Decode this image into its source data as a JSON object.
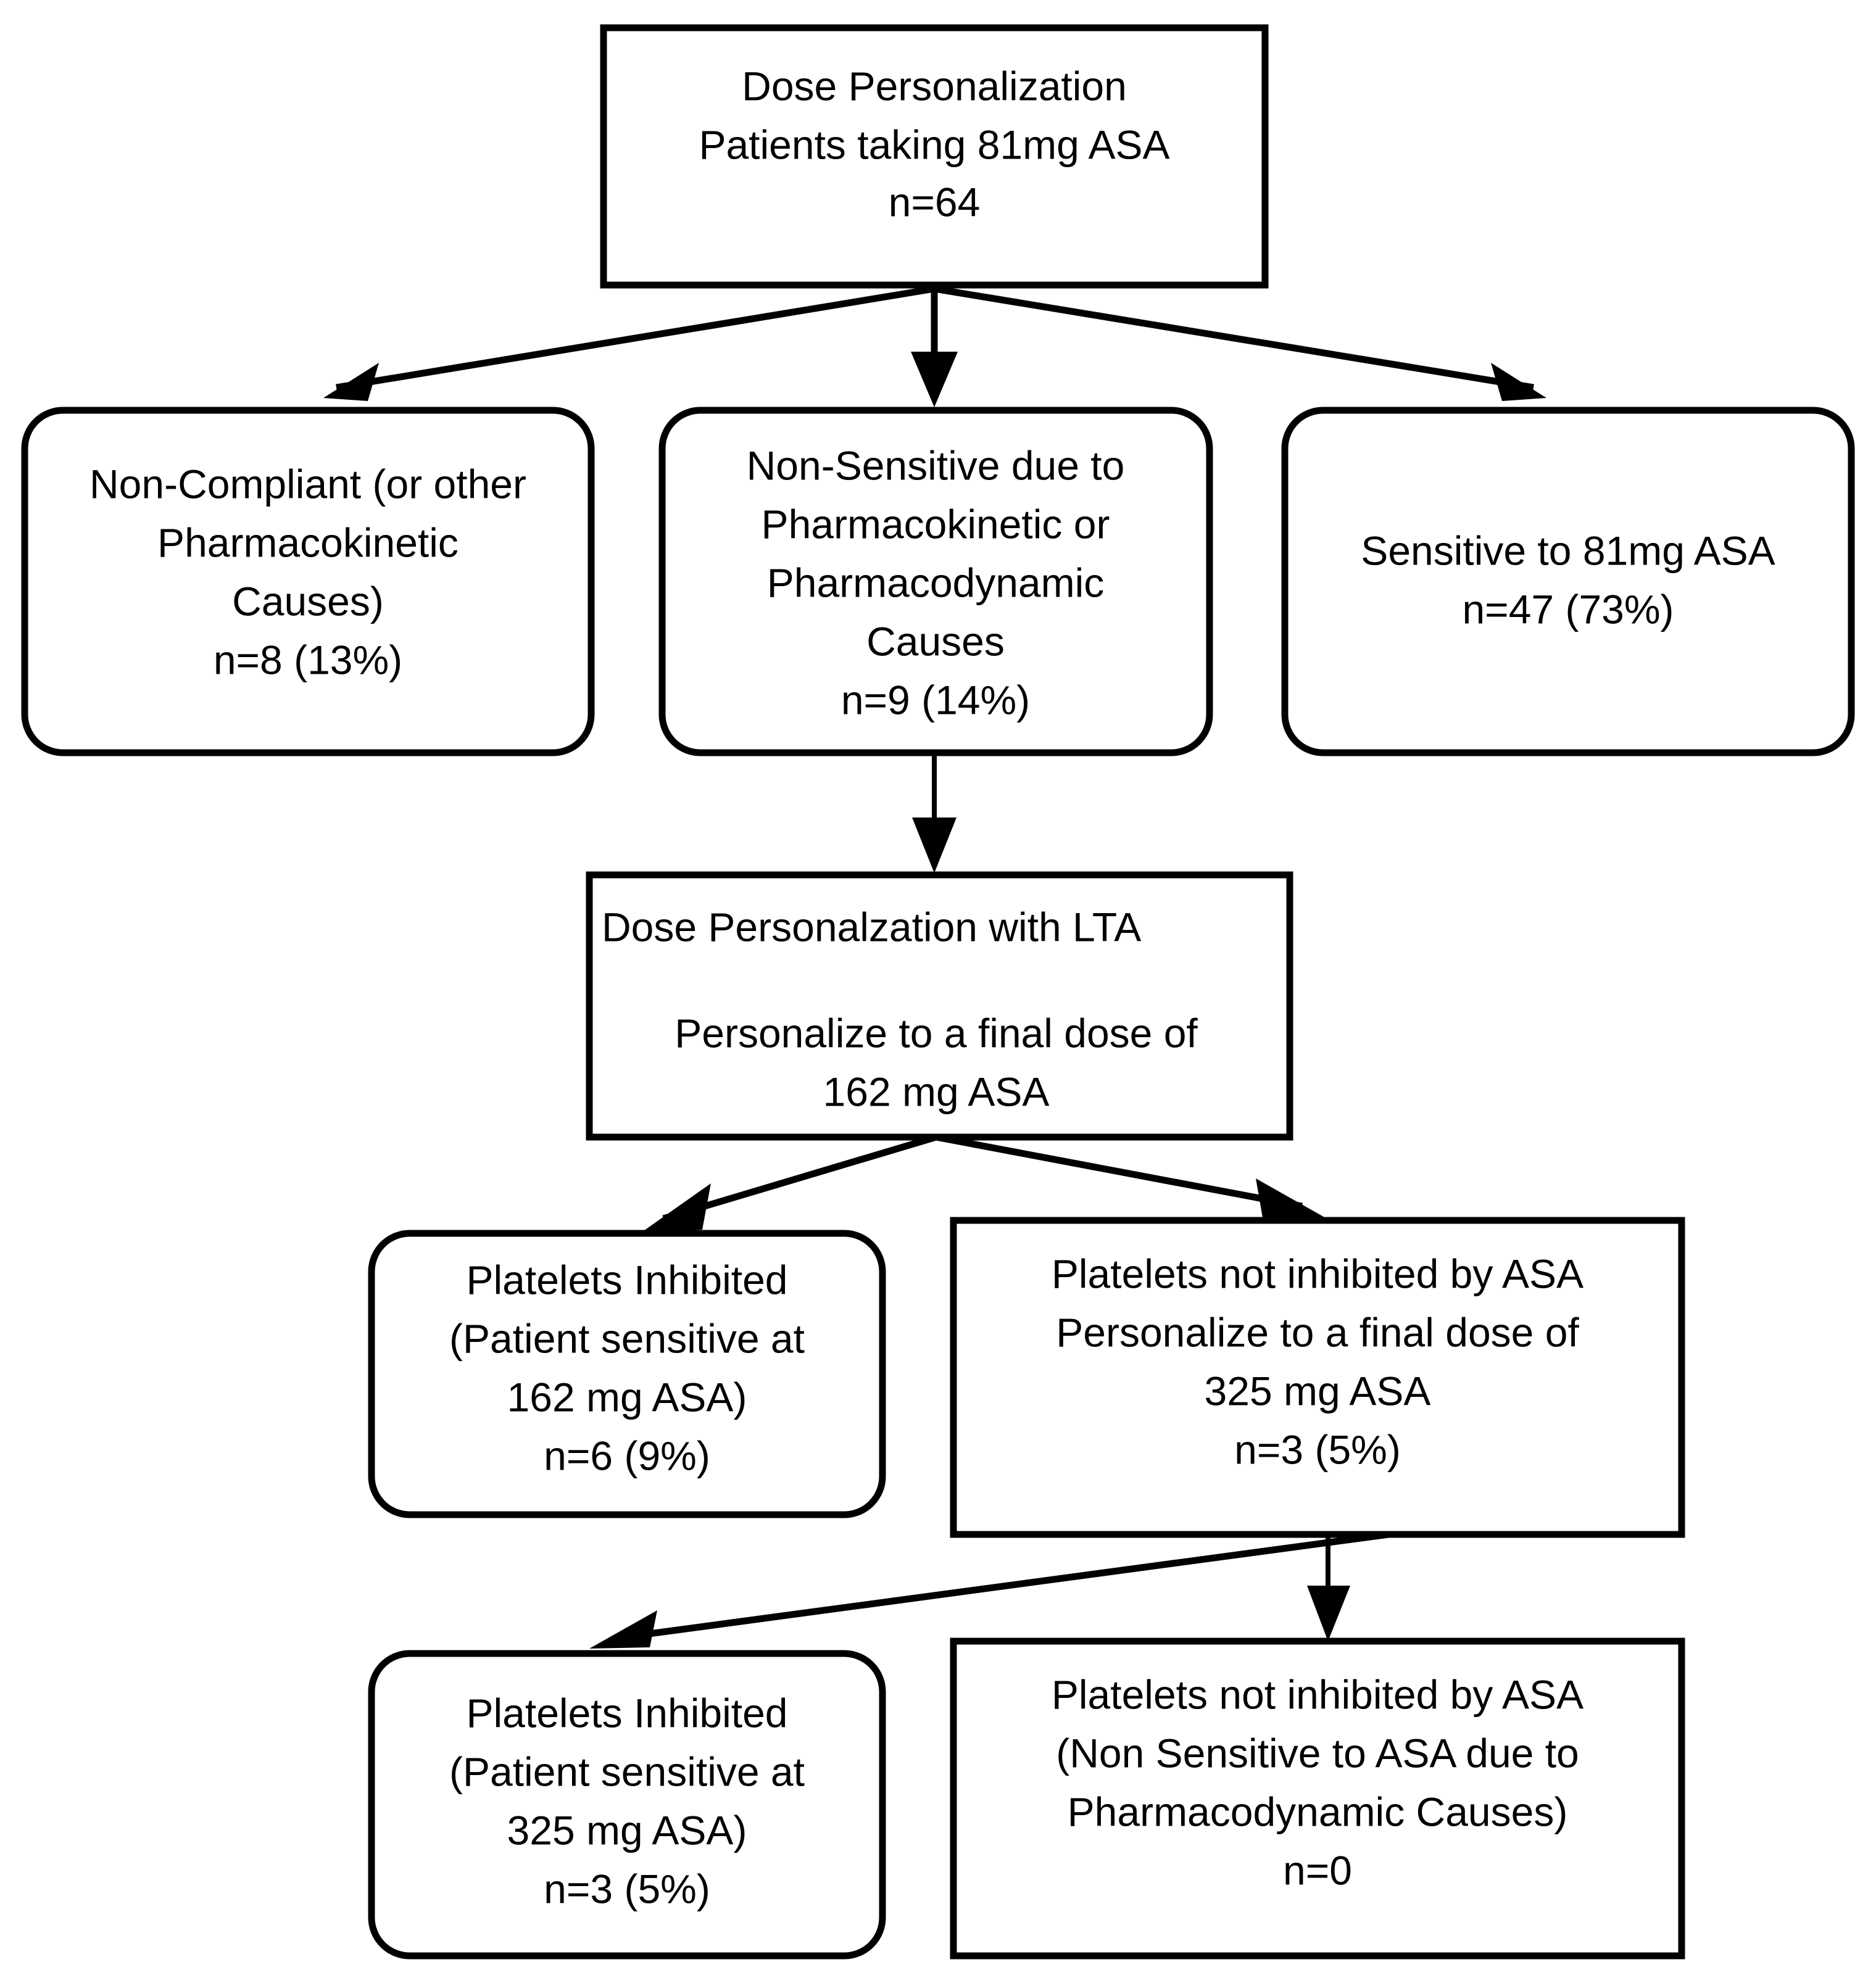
{
  "diagram": {
    "title": "Dose Personalization Flowchart",
    "type": "flowchart",
    "background_color": "#ffffff",
    "line_color": "#000000",
    "text_color": "#000000"
  },
  "nodes": {
    "root": {
      "id": "root",
      "shape": "rectangle",
      "lines": [
        "Dose Personalization",
        "Patients taking 81mg ASA",
        "n=64"
      ]
    },
    "non_compliant": {
      "id": "non-compliant",
      "shape": "rounded-rectangle",
      "lines": [
        "Non-Compliant (or other",
        "Pharmacokinetic",
        "Causes)",
        "n=8 (13%)"
      ]
    },
    "non_sensitive": {
      "id": "non-sensitive",
      "shape": "rounded-rectangle",
      "lines": [
        "Non-Sensitive due to",
        "Pharmacokinetic or",
        "Pharmacodynamic",
        "Causes",
        "n=9 (14%)"
      ]
    },
    "sensitive_81": {
      "id": "sensitive-81mg",
      "shape": "rounded-rectangle",
      "lines": [
        "Sensitive to 81mg ASA",
        "n=47 (73%)"
      ]
    },
    "lta": {
      "id": "dose-personalization-lta",
      "shape": "rectangle",
      "lines": [
        "Dose Personalzation with LTA",
        "",
        "Personalize to a final dose of",
        "162 mg ASA"
      ]
    },
    "inhibited_162": {
      "id": "platelets-inhibited-162",
      "shape": "rounded-rectangle",
      "lines": [
        "Platelets Inhibited",
        "(Patient sensitive at",
        "162 mg ASA)",
        "n=6 (9%)"
      ]
    },
    "not_inhibited_325": {
      "id": "platelets-not-inhibited-325",
      "shape": "rectangle",
      "lines": [
        "Platelets not inhibited by ASA",
        "Personalize to a final dose of",
        "325 mg ASA",
        "n=3 (5%)"
      ]
    },
    "inhibited_325": {
      "id": "platelets-inhibited-325",
      "shape": "rounded-rectangle",
      "lines": [
        "Platelets Inhibited",
        "(Patient sensitive at",
        "325 mg ASA)",
        "n=3 (5%)"
      ]
    },
    "not_inhibited_final": {
      "id": "platelets-not-inhibited-final",
      "shape": "rectangle",
      "lines": [
        "Platelets not inhibited by ASA",
        "(Non Sensitive to ASA due to",
        "Pharmacodynamic Causes)",
        "n=0"
      ]
    }
  },
  "edges": [
    {
      "from": "root",
      "to": "non_compliant",
      "style": "diagonal-arrow"
    },
    {
      "from": "root",
      "to": "non_sensitive",
      "style": "vertical-arrow"
    },
    {
      "from": "root",
      "to": "sensitive_81",
      "style": "diagonal-arrow"
    },
    {
      "from": "non_sensitive",
      "to": "lta",
      "style": "vertical-arrow"
    },
    {
      "from": "lta",
      "to": "inhibited_162",
      "style": "diagonal-arrow"
    },
    {
      "from": "lta",
      "to": "not_inhibited_325",
      "style": "diagonal-arrow"
    },
    {
      "from": "not_inhibited_325",
      "to": "inhibited_325",
      "style": "diagonal-arrow"
    },
    {
      "from": "not_inhibited_325",
      "to": "not_inhibited_final",
      "style": "vertical-arrow"
    }
  ],
  "chart_data": {
    "type": "table",
    "title": "Dose Personalization outcomes for patients taking 81mg ASA",
    "categories": [
      "Non-Compliant (or other Pharmacokinetic Causes)",
      "Non-Sensitive due to Pharmacokinetic or Pharmacodynamic Causes",
      "Sensitive to 81mg ASA",
      "Platelets Inhibited (Patient sensitive at 162 mg ASA)",
      "Platelets not inhibited by ASA - Personalize to a final dose of 325 mg ASA",
      "Platelets Inhibited (Patient sensitive at 325 mg ASA)",
      "Platelets not inhibited by ASA (Non Sensitive to ASA due to Pharmacodynamic Causes)"
    ],
    "counts": [
      8,
      9,
      47,
      6,
      3,
      3,
      0
    ],
    "percents": [
      13,
      14,
      73,
      9,
      5,
      5,
      0
    ],
    "total_n": 64
  }
}
